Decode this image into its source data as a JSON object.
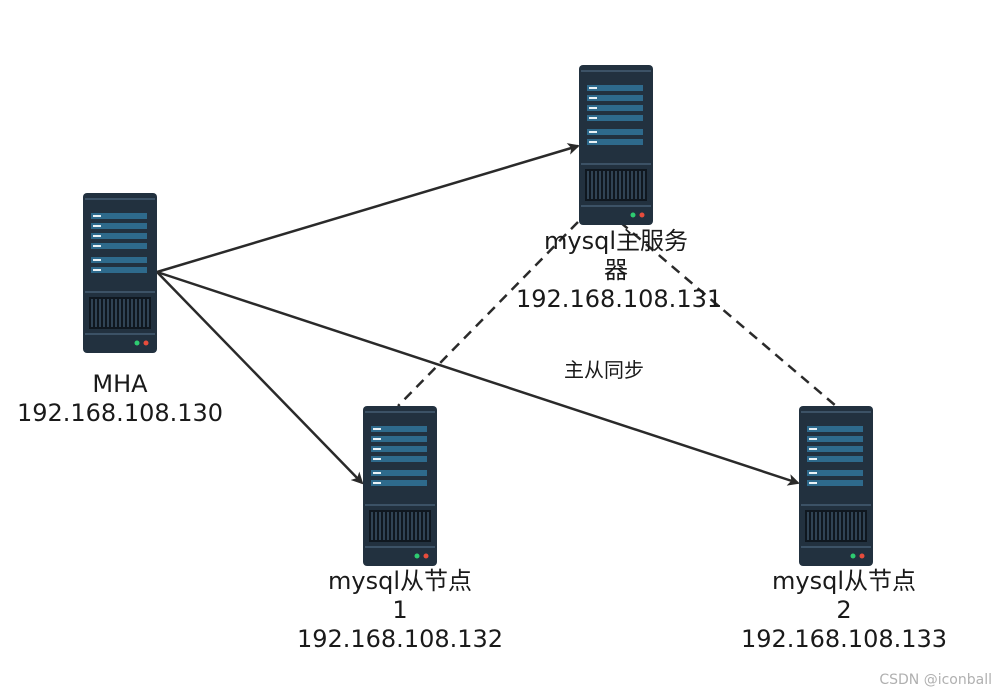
{
  "nodes": {
    "mha": {
      "name": "MHA",
      "ip": "192.168.108.130"
    },
    "master": {
      "name_line1": "mysql主服务",
      "name_line2": "器",
      "ip": "192.168.108.131"
    },
    "slave1": {
      "name_line1": "mysql从节点",
      "name_line2": "1",
      "ip": "192.168.108.132"
    },
    "slave2": {
      "name_line1": "mysql从节点",
      "name_line2": "2",
      "ip": "192.168.108.133"
    }
  },
  "edge_labels": {
    "replication": "主从同步"
  },
  "watermark": "CSDN @iconball",
  "colors": {
    "server_body": "#22313f",
    "server_bay": "#2e6a8c",
    "line": "#2a2a2a",
    "led_green": "#2ecc71",
    "led_red": "#e74c3c"
  }
}
